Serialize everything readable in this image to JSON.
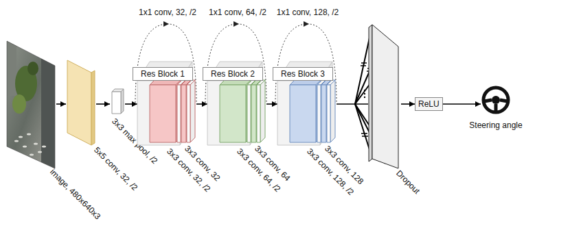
{
  "diagram": {
    "nodes": [
      {
        "text": [
          "image, 480x640x3"
        ]
      },
      {
        "text": [
          "5x5 conv, 32, /2"
        ]
      },
      {
        "text": [
          "3x3 max pool, /2"
        ]
      },
      {
        "text": [
          "Res Block 1"
        ]
      },
      {
        "text": [
          "Res Block 2"
        ]
      },
      {
        "text": [
          "Res Block 3"
        ]
      },
      {
        "text": [
          "Dropout"
        ]
      },
      {
        "text": [
          "ReLU"
        ]
      },
      {
        "text": [
          "Steering angle"
        ]
      }
    ],
    "edges": [
      {
        "from": 0,
        "to": 1,
        "arrow": "to"
      },
      {
        "from": 1,
        "to": 2,
        "arrow": "to"
      },
      {
        "from": 2,
        "to": 3,
        "arrow": "to"
      },
      {
        "from": 3,
        "to": 4,
        "arrow": "to"
      },
      {
        "from": 4,
        "to": 5,
        "arrow": "to"
      },
      {
        "from": 5,
        "to": 6,
        "arrow": "none"
      },
      {
        "from": 6,
        "to": 7,
        "arrow": "to"
      },
      {
        "from": 7,
        "to": 8,
        "arrow": "to"
      }
    ],
    "labels": [
      "1x1 conv, 32, /2",
      "3x3 conv, 32, /2",
      "3x3 conv, 32",
      "1x1 conv, 64, /2",
      "3x3 conv, 64, /2",
      "3x3 conv, 64",
      "1x1 conv, 128, /2",
      "3x3 conv, 128, /2",
      "3x3 conv, 128"
    ]
  }
}
